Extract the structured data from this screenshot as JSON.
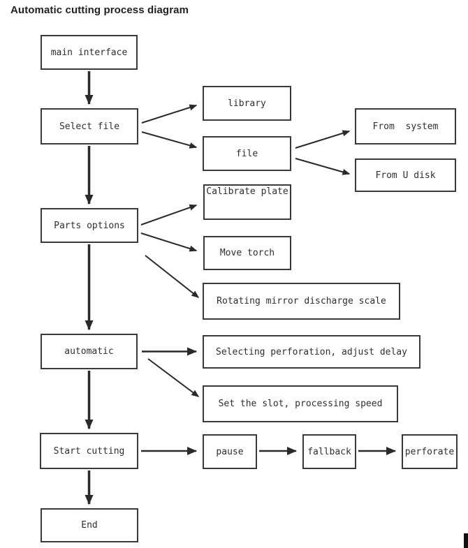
{
  "title": "Automatic cutting process diagram",
  "diagram": {
    "type": "flowchart",
    "nodes": [
      {
        "id": "main-interface",
        "label": "main interface"
      },
      {
        "id": "select-file",
        "label": "Select file"
      },
      {
        "id": "library",
        "label": "library"
      },
      {
        "id": "file",
        "label": "file"
      },
      {
        "id": "from-system",
        "label": "From  system"
      },
      {
        "id": "from-u-disk",
        "label": "From U disk"
      },
      {
        "id": "parts-options",
        "label": "Parts options"
      },
      {
        "id": "calibrate-plate",
        "label": "Calibrate plate"
      },
      {
        "id": "move-torch",
        "label": "Move torch"
      },
      {
        "id": "rotating-mirror-discharge-scale",
        "label": "Rotating mirror discharge scale"
      },
      {
        "id": "automatic",
        "label": "automatic"
      },
      {
        "id": "selecting-perforation",
        "label": "Selecting perforation, adjust delay"
      },
      {
        "id": "set-the-slot",
        "label": "Set the slot, processing speed"
      },
      {
        "id": "start-cutting",
        "label": "Start cutting"
      },
      {
        "id": "pause",
        "label": "pause"
      },
      {
        "id": "fallback",
        "label": "fallback"
      },
      {
        "id": "perforate",
        "label": "perforate"
      },
      {
        "id": "end",
        "label": "End"
      }
    ],
    "edges": [
      {
        "from": "main-interface",
        "to": "select-file"
      },
      {
        "from": "select-file",
        "to": "library"
      },
      {
        "from": "select-file",
        "to": "file"
      },
      {
        "from": "file",
        "to": "from-system"
      },
      {
        "from": "file",
        "to": "from-u-disk"
      },
      {
        "from": "select-file",
        "to": "parts-options"
      },
      {
        "from": "parts-options",
        "to": "calibrate-plate"
      },
      {
        "from": "parts-options",
        "to": "move-torch"
      },
      {
        "from": "parts-options",
        "to": "rotating-mirror-discharge-scale"
      },
      {
        "from": "parts-options",
        "to": "automatic"
      },
      {
        "from": "automatic",
        "to": "selecting-perforation"
      },
      {
        "from": "automatic",
        "to": "set-the-slot"
      },
      {
        "from": "automatic",
        "to": "start-cutting"
      },
      {
        "from": "start-cutting",
        "to": "pause"
      },
      {
        "from": "pause",
        "to": "fallback"
      },
      {
        "from": "fallback",
        "to": "perforate"
      },
      {
        "from": "start-cutting",
        "to": "end"
      }
    ]
  },
  "colors": {
    "line": "#2a2a2a",
    "box_border": "#3a3a3a",
    "text": "#2f2f2f",
    "background": "#ffffff"
  }
}
